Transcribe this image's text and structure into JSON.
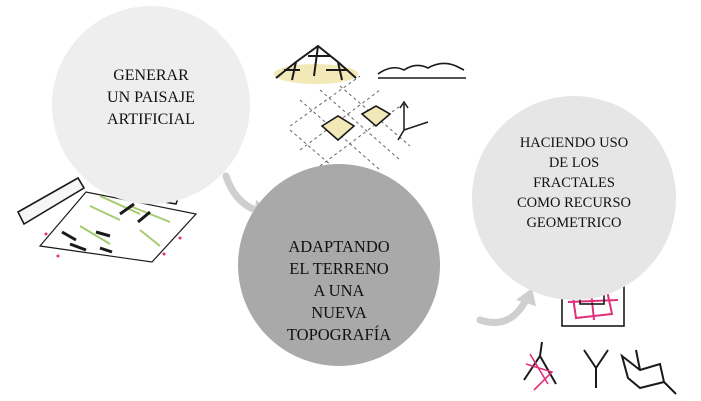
{
  "diagram": {
    "steps": [
      {
        "text": "GENERAR\nUN PAISAJE\nARTIFICIAL"
      },
      {
        "text": "ADAPTANDO\nEL TERRENO\nA UNA\nNUEVA\nTOPOGRAFÍA"
      },
      {
        "text": "HACIENDO  USO\nDE LOS\nFRACTALES\nCOMO RECURSO\nGEOMETRICO"
      }
    ]
  },
  "colors": {
    "circle_light": "#eeeeee",
    "circle_dark": "#a9a9a9",
    "circle_third": "#e6e6e6",
    "arrow": "#cfcfcf",
    "sketch_ink": "#1a1a1a",
    "sketch_accent_pink": "#e0307a",
    "sketch_accent_green": "#8fbf4a",
    "sketch_accent_yellow": "#e8d27a"
  }
}
